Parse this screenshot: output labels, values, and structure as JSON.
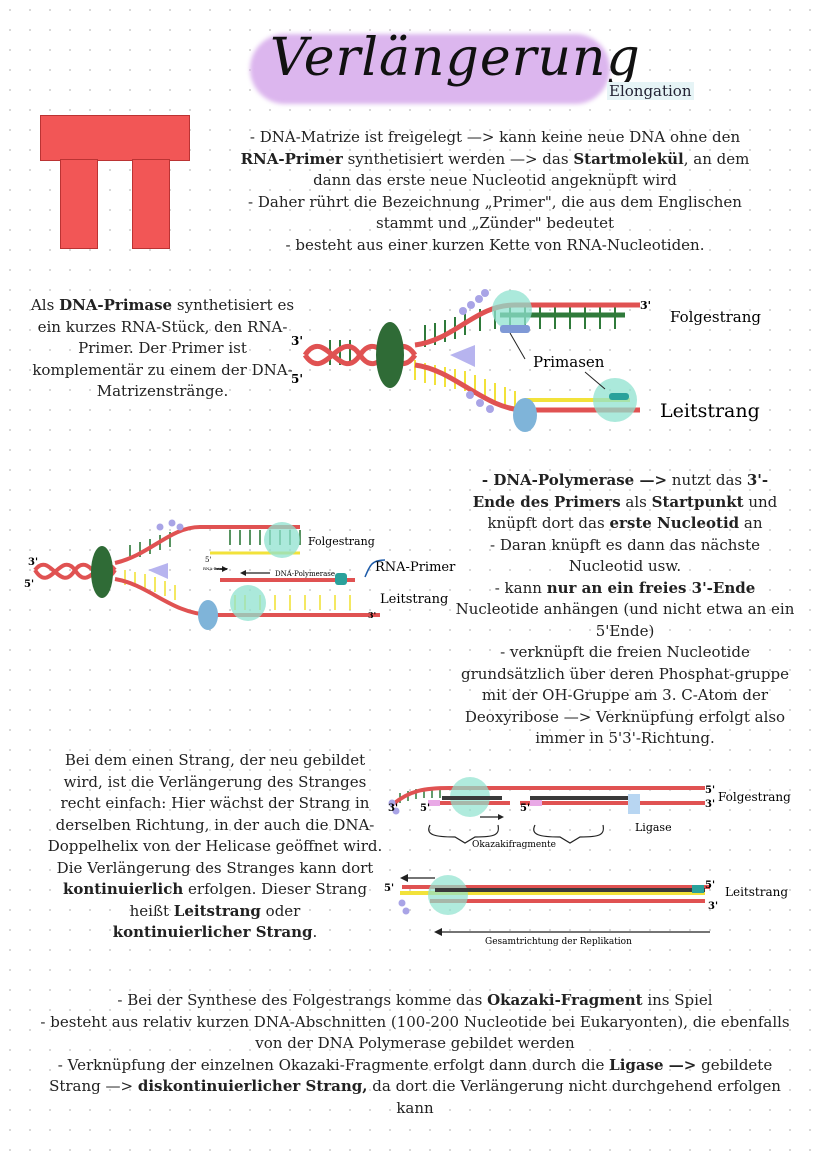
{
  "title": "Verlängerung",
  "subtitle": "Elongation",
  "intro": {
    "l1": "- DNA-Matrize ist freigelegt —> kann keine neue DNA ohne den",
    "l2_b": "RNA-Primer",
    "l2_a": " synthetisiert werden —> das ",
    "l2_c": "Startmolekül",
    "l2_d": ", an dem",
    "l3": "dann das erste neue Nucleotid angeknüpft wird",
    "l4": "- Daher rührt die Bezeichnung „Primer\", die aus dem Englischen",
    "l5": "stammt und „Zünder\" bedeutet",
    "l6": "- besteht aus einer kurzen Kette von RNA-Nucleotiden."
  },
  "primase": {
    "a": "Als ",
    "b": "DNA-Primase",
    "c": "synthetisiert es ein kurzes RNA-Stück, den RNA-Primer. Der Primer ist komplementär zu einem der DNA-Matrizenstränge."
  },
  "fig1": {
    "folgestrang": "Folgestrang",
    "leitstrang": "Leitstrang",
    "primasen": "Primasen",
    "p3": "3'",
    "p5": "5'",
    "p3b": "3'"
  },
  "fig2": {
    "folgestrang": "Folgestrang",
    "leitstrang": "Leitstrang",
    "rna_primer": "RNA-Primer",
    "dna_pol": "DNA-Polymerase",
    "rna_primer_small": "RNA-Primer",
    "p3": "3'",
    "p5": "5'",
    "p5b": "5'",
    "p3b": "3'"
  },
  "polymerase": {
    "a1": "- DNA-Polymerase —>",
    "a2": " nutzt das ",
    "a3": "3'-",
    "b1": "Ende des Primers",
    "b2": " als ",
    "b3": "Startpunkt",
    "b4": " und",
    "c1": "knüpft dort das ",
    "c2": "erste Nucleotid",
    "c3": " an",
    "d": "- Daran knüpft es dann das nächste Nucleotid usw.",
    "e1": "- kann ",
    "e2": "nur an ein freies 3'-Ende",
    "e3": "Nucleotide anhängen (und nicht etwa an ein 5'Ende)",
    "f": "- verknüpft die freien Nucleotide grundsätzlich über deren Phosphat-gruppe mit der OH-Gruppe am 3. C-Atom der Deoxyribose —> Verknüpfung erfolgt also immer in 5'3'-Richtung."
  },
  "leit": {
    "a": "Bei dem einen Strang, der neu gebildet wird, ist die Verlängerung des Stranges recht einfach: Hier wächst der Strang in derselben Richtung, in der auch die DNA-Doppelhelix von der Helicase geöffnet wird. Die Verlängerung des Stranges kann dort ",
    "b": "kontinuierlich",
    "c": " erfolgen. Dieser Strang heißt ",
    "d": "Leitstrang",
    "e": " oder",
    "f": "kontinuierlicher Strang",
    "g": "."
  },
  "fig3": {
    "folgestrang": "Folgestrang",
    "leitstrang": "Leitstrang",
    "ligase": "Ligase",
    "okazaki": "Okazakifragmente",
    "gesamt": "Gesamtrichtung der Replikation",
    "p3a": "3'",
    "p5a": "5'",
    "p5b": "5'",
    "p5c": "5'",
    "p3c": "3'",
    "p5d": "5'",
    "p5e": "5'",
    "p3e": "3'"
  },
  "folge": {
    "l1a": "- Bei der Synthese des Folgestrangs komme das ",
    "l1b": "Okazaki-Fragment",
    "l1c": " ins Spiel",
    "l2": "- besteht aus relativ kurzen DNA-Abschnitten (100-200 Nucleotide bei Eukaryonten), die ebenfalls von der DNA Polymerase gebildet werden",
    "l3a": "- Verknüpfung der einzelnen Okazaki-Fragmente erfolgt dann durch die ",
    "l3b": "Ligase —>",
    "l3c": " gebildete Strang —> ",
    "l3d": "diskontinuierlicher Strang,",
    "l3e": " da dort die Verlängerung nicht durchgehend erfolgen kann"
  }
}
